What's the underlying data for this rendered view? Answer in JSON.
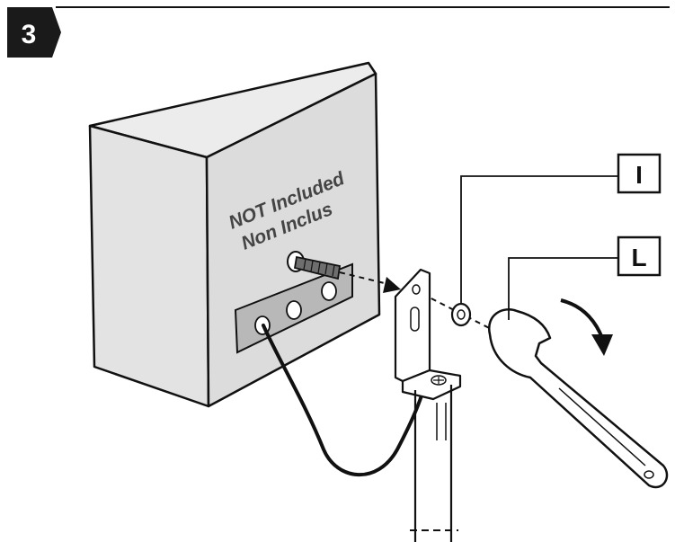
{
  "step": {
    "number": "3"
  },
  "box_text": {
    "line1": "NOT Included",
    "line2": "Non Inclus"
  },
  "callouts": [
    {
      "letter": "I"
    },
    {
      "letter": "L"
    }
  ],
  "colors": {
    "line": "#111111",
    "box_front": "#dcdcdc",
    "box_top": "#ececec",
    "box_side": "#e3e3e3",
    "plate": "#b8b8b8",
    "hardware": "#6e6e6e",
    "text": "#444444"
  }
}
